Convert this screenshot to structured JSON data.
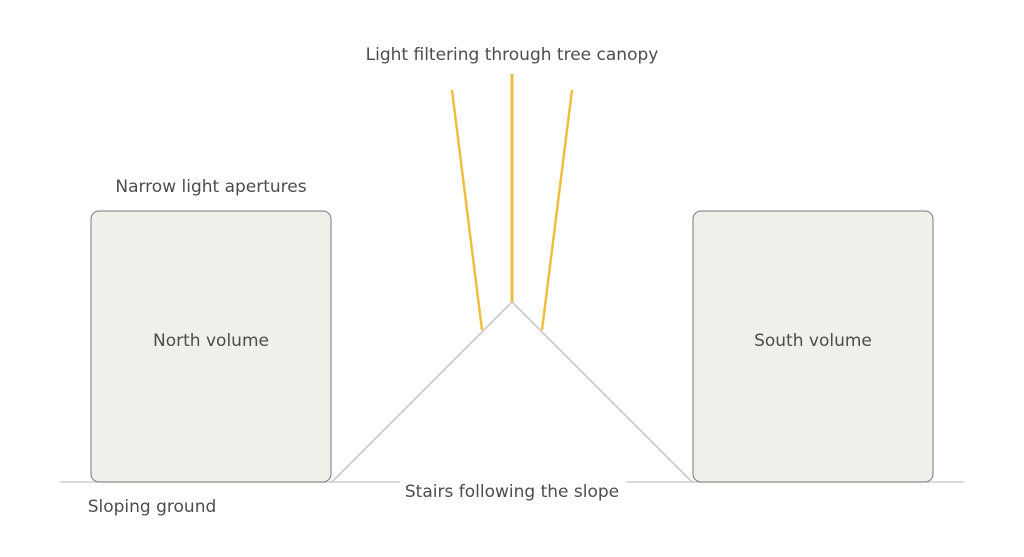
{
  "labels": {
    "light": "Light filtering through tree canopy",
    "apertures": "Narrow light apertures",
    "north": "North volume",
    "south": "South volume",
    "stairs": "Stairs following the slope",
    "ground": "Sloping ground"
  },
  "colors": {
    "background": "#ffffff",
    "volume_fill": "#f0efea",
    "volume_stroke": "#7a7a7a",
    "ground_line": "#c4c4c4",
    "light_rays": "#f2bc3c",
    "text": "#4d4d4d"
  }
}
